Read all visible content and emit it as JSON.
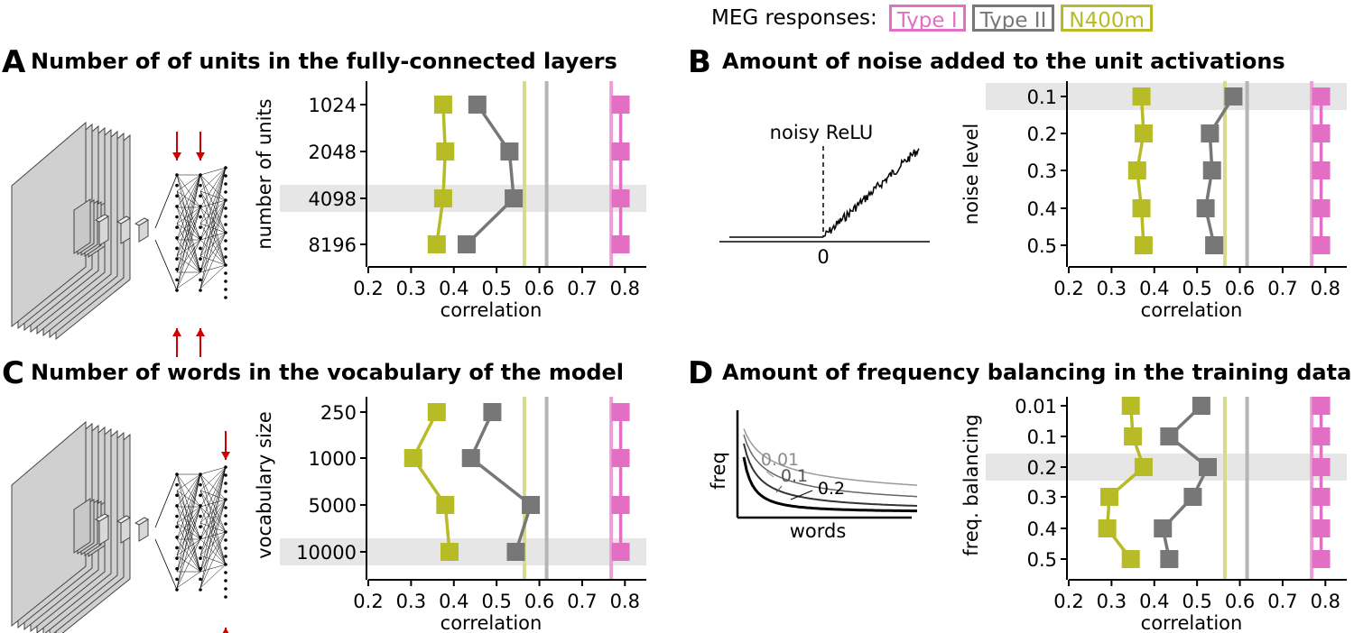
{
  "legend": {
    "title": "MEG responses:",
    "entries": [
      {
        "label": "Type I",
        "color": "#e26fc3"
      },
      {
        "label": "Type II",
        "color": "#777777"
      },
      {
        "label": "N400m",
        "color": "#b7bb25"
      }
    ]
  },
  "colors": {
    "type_i": "#e26fc3",
    "type_i_line": "#eb9fd6",
    "type_ii": "#777777",
    "type_ii_line": "#b5b5b5",
    "n400m": "#b7bb25",
    "n400m_line": "#d7d98c",
    "highlight": "#e6e6e6"
  },
  "references": {
    "n400m": 0.565,
    "type_ii": 0.617,
    "type_i": 0.768
  },
  "illustrations": {
    "noisy_relu_label": "noisy ReLU",
    "noisy_relu_zero": "0",
    "freq_ylabel": "freq",
    "freq_xlabel": "words",
    "freq_curve_labels": [
      "0.01",
      "0.1",
      "0.2"
    ]
  },
  "chart_data": [
    {
      "panel": "A",
      "type": "line",
      "title": "Number of of units in the fully-connected layers",
      "ylabel": "number of units",
      "xlabel": "correlation",
      "categories": [
        "1024",
        "2048",
        "4098",
        "8196"
      ],
      "highlight": "4098",
      "xlim": [
        0.2,
        0.85
      ],
      "xticks": [
        "0.2",
        "0.3",
        "0.4",
        "0.5",
        "0.6",
        "0.7",
        "0.8"
      ],
      "series": [
        {
          "name": "N400m",
          "values": [
            0.375,
            0.38,
            0.375,
            0.36
          ]
        },
        {
          "name": "Type II",
          "values": [
            0.455,
            0.53,
            0.54,
            0.43
          ]
        },
        {
          "name": "Type I",
          "values": [
            0.79,
            0.79,
            0.79,
            0.79
          ]
        }
      ]
    },
    {
      "panel": "B",
      "type": "line",
      "title": "Amount of noise added to the unit activations",
      "ylabel": "noise level",
      "xlabel": "correlation",
      "categories": [
        "0.1",
        "0.2",
        "0.3",
        "0.4",
        "0.5"
      ],
      "highlight": "0.1",
      "xlim": [
        0.2,
        0.85
      ],
      "xticks": [
        "0.2",
        "0.3",
        "0.4",
        "0.5",
        "0.6",
        "0.7",
        "0.8"
      ],
      "series": [
        {
          "name": "N400m",
          "values": [
            0.37,
            0.375,
            0.36,
            0.37,
            0.375
          ]
        },
        {
          "name": "Type II",
          "values": [
            0.585,
            0.53,
            0.535,
            0.52,
            0.54
          ]
        },
        {
          "name": "Type I",
          "values": [
            0.79,
            0.79,
            0.79,
            0.79,
            0.79
          ]
        }
      ]
    },
    {
      "panel": "C",
      "type": "line",
      "title": "Number of words in the vocabulary of the model",
      "ylabel": "vocabulary size",
      "xlabel": "correlation",
      "categories": [
        "250",
        "1000",
        "5000",
        "10000"
      ],
      "highlight": "10000",
      "xlim": [
        0.2,
        0.85
      ],
      "xticks": [
        "0.2",
        "0.3",
        "0.4",
        "0.5",
        "0.6",
        "0.7",
        "0.8"
      ],
      "series": [
        {
          "name": "N400m",
          "values": [
            0.36,
            0.305,
            0.38,
            0.39
          ]
        },
        {
          "name": "Type II",
          "values": [
            0.49,
            0.44,
            0.58,
            0.545
          ]
        },
        {
          "name": "Type I",
          "values": [
            0.79,
            0.79,
            0.79,
            0.79
          ]
        }
      ]
    },
    {
      "panel": "D",
      "type": "line",
      "title": "Amount of frequency balancing in the training data",
      "ylabel": "freq. balancing",
      "xlabel": "correlation",
      "categories": [
        "0.01",
        "0.1",
        "0.2",
        "0.3",
        "0.4",
        "0.5"
      ],
      "highlight": "0.2",
      "xlim": [
        0.2,
        0.85
      ],
      "xticks": [
        "0.2",
        "0.3",
        "0.4",
        "0.5",
        "0.6",
        "0.7",
        "0.8"
      ],
      "series": [
        {
          "name": "N400m",
          "values": [
            0.345,
            0.35,
            0.375,
            0.295,
            0.29,
            0.345
          ]
        },
        {
          "name": "Type II",
          "values": [
            0.51,
            0.435,
            0.525,
            0.49,
            0.42,
            0.435
          ]
        },
        {
          "name": "Type I",
          "values": [
            0.79,
            0.79,
            0.79,
            0.79,
            0.79,
            0.79
          ]
        }
      ]
    }
  ]
}
